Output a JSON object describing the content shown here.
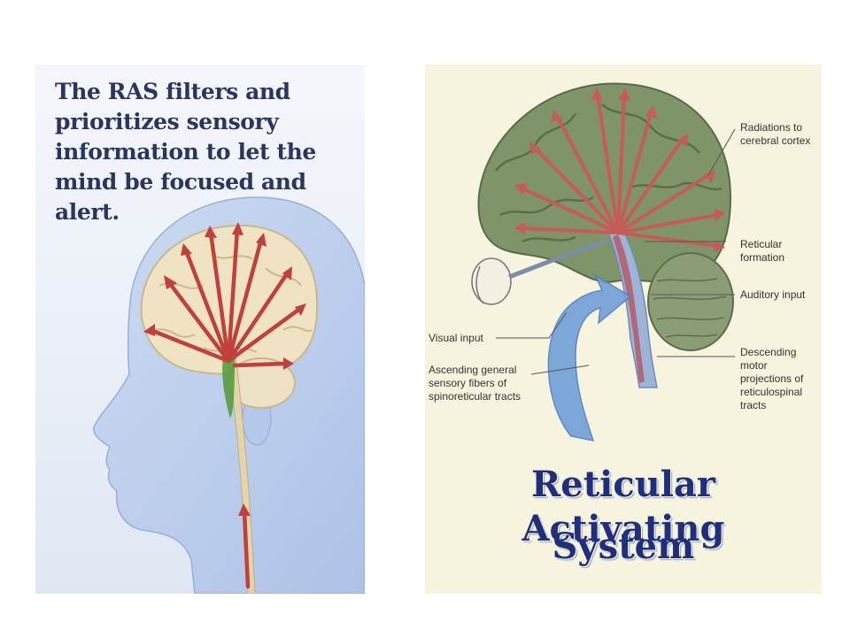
{
  "left_figure": {
    "caption": "The RAS filters and prioritizes sensory information to let the mind be focused and alert."
  },
  "right_figure": {
    "labels": {
      "radiations": "Radiations to\ncerebral cortex",
      "reticular_formation": "Reticular\nformation",
      "auditory_input": "Auditory input",
      "visual_input": "Visual input",
      "ascending_fibers": "Ascending general\nsensory fibers of\nspinoreticular tracts",
      "descending_projections": "Descending\nmotor\nprojections of\nreticulospinal\ntracts"
    },
    "title_line1": "Reticular Activating",
    "title_line2": "System"
  },
  "colors": {
    "arrow": "#c0403c",
    "brain_left": "#efe3c4",
    "brain_right": "#7f9468",
    "title": "#1f2f7a"
  }
}
